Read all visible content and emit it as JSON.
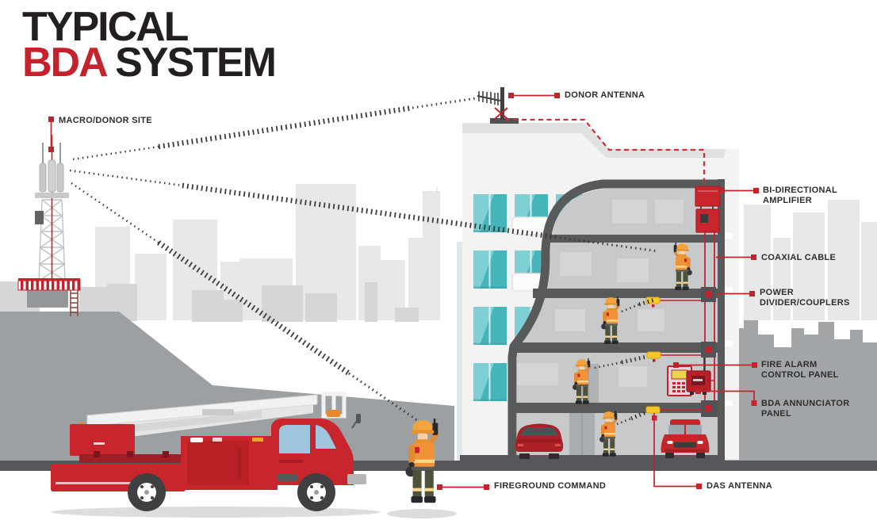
{
  "title": {
    "word1": "TYPICAL",
    "word2_red": "BDA",
    "word2_rest": " SYSTEM"
  },
  "labels": {
    "macro_donor_site": {
      "text": "MACRO/DONOR SITE"
    },
    "donor_antenna": {
      "text": "DONOR ANTENNA"
    },
    "bi_directional_amplifier": {
      "line1": "BI-DIRECTIONAL",
      "line2": "AMPLIFIER"
    },
    "coaxial_cable": {
      "text": "COAXIAL CABLE"
    },
    "power_divider_couplers": {
      "line1": "POWER",
      "line2": "DIVIDER/COUPLERS"
    },
    "fire_alarm_control_panel": {
      "line1": "FIRE ALARM",
      "line2": "CONTROL PANEL"
    },
    "bda_annunciator_panel": {
      "line1": "BDA ANNUNCIATOR",
      "line2": "PANEL"
    },
    "das_antenna": {
      "text": "DAS ANTENNA"
    },
    "fireground_command": {
      "text": "FIREGROUND COMMAND"
    }
  },
  "colors": {
    "accent_red": "#c4232e",
    "structure_dark": "#58595b",
    "window_teal": "#45b5bb",
    "das_yellow": "#f5c728",
    "label_text": "#2d2d2e"
  }
}
